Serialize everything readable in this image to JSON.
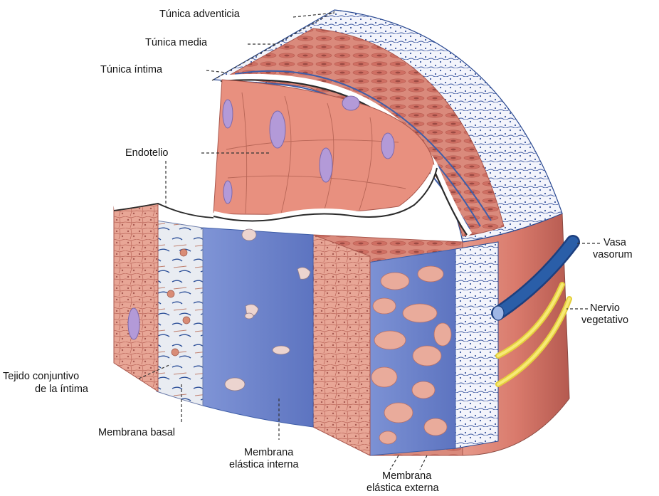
{
  "labels": {
    "adventicia": "Túnica adventicia",
    "media": "Túnica media",
    "intima": "Túnica íntima",
    "endotelio": "Endotelio",
    "vasa_1": "Vasa",
    "vasa_2": "vasorum",
    "nervio_1": "Nervio",
    "nervio_2": "vegetativo",
    "tejido_1": "Tejido conjuntivo",
    "tejido_2": "de la íntima",
    "basal": "Membrana basal",
    "interna_1": "Membrana",
    "interna_2": "elástica interna",
    "externa_1": "Membrana",
    "externa_2": "elástica externa"
  },
  "colors": {
    "muscle": "#d98378",
    "muscle_light": "#f2b9a6",
    "endothelium": "#e88b7c",
    "nucleus": "#b39ad8",
    "elastic": "#7d93d6",
    "elastic_dark": "#3f5ea8",
    "adventitia": "#f3f4fb",
    "adventitia_line": "#3a56a0",
    "vessel": "#2a5ea8",
    "nerve": "#f2e25a",
    "leader": "#333333"
  }
}
